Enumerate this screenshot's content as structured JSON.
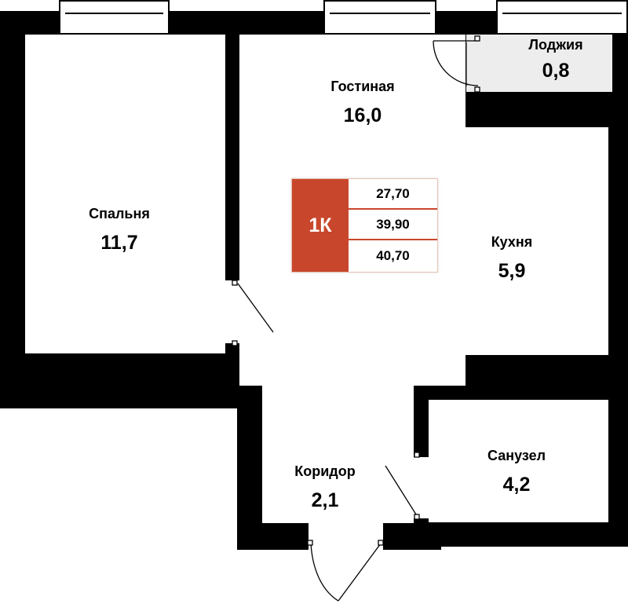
{
  "plan": {
    "rooms": {
      "living": {
        "name": "Гостиная",
        "area": "16,0"
      },
      "loggia": {
        "name": "Лоджия",
        "area": "0,8"
      },
      "bedroom": {
        "name": "Спальня",
        "area": "11,7"
      },
      "kitchen": {
        "name": "Кухня",
        "area": "5,9"
      },
      "corridor": {
        "name": "Коридор",
        "area": "2,1"
      },
      "bathroom": {
        "name": "Санузел",
        "area": "4,2"
      }
    },
    "badge": {
      "type": "1К",
      "areas": [
        "27,70",
        "39,90",
        "40,70"
      ]
    },
    "colors": {
      "accent": "#c8472c",
      "wall": "#000000",
      "loggia_floor": "#ededed"
    }
  }
}
